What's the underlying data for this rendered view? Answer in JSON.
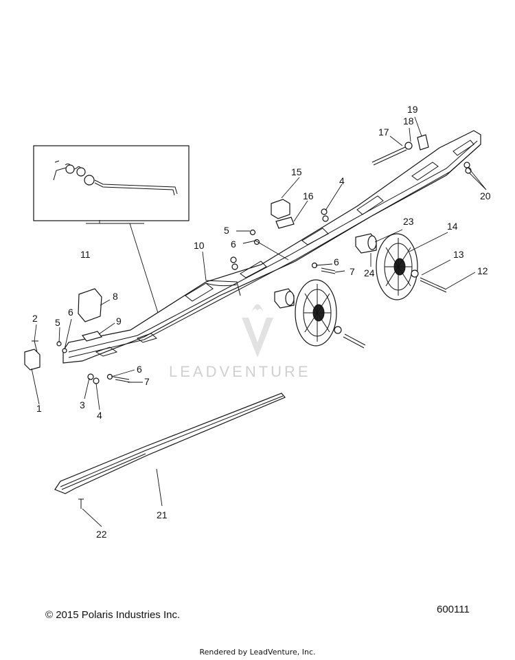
{
  "diagram": {
    "callouts": [
      {
        "id": "1",
        "text": "1"
      },
      {
        "id": "2",
        "text": "2"
      },
      {
        "id": "3",
        "text": "3"
      },
      {
        "id": "4a",
        "text": "4"
      },
      {
        "id": "4b",
        "text": "4"
      },
      {
        "id": "5a",
        "text": "5"
      },
      {
        "id": "5b",
        "text": "5"
      },
      {
        "id": "6a",
        "text": "6"
      },
      {
        "id": "6b",
        "text": "6"
      },
      {
        "id": "6c",
        "text": "6"
      },
      {
        "id": "6d",
        "text": "6"
      },
      {
        "id": "7a",
        "text": "7"
      },
      {
        "id": "7b",
        "text": "7"
      },
      {
        "id": "8",
        "text": "8"
      },
      {
        "id": "9",
        "text": "9"
      },
      {
        "id": "10",
        "text": "10"
      },
      {
        "id": "11",
        "text": "11"
      },
      {
        "id": "12",
        "text": "12"
      },
      {
        "id": "13",
        "text": "13"
      },
      {
        "id": "14",
        "text": "14"
      },
      {
        "id": "15",
        "text": "15"
      },
      {
        "id": "16",
        "text": "16"
      },
      {
        "id": "17",
        "text": "17"
      },
      {
        "id": "18",
        "text": "18"
      },
      {
        "id": "19",
        "text": "19"
      },
      {
        "id": "20",
        "text": "20"
      },
      {
        "id": "21",
        "text": "21"
      },
      {
        "id": "22",
        "text": "22"
      },
      {
        "id": "23",
        "text": "23"
      },
      {
        "id": "24",
        "text": "24"
      }
    ],
    "watermark": "LEADVENTURE"
  },
  "footer": {
    "copyright": "© 2015 Polaris Industries Inc.",
    "figure_id": "600111",
    "rendered_by": "Rendered by LeadVenture, Inc."
  }
}
